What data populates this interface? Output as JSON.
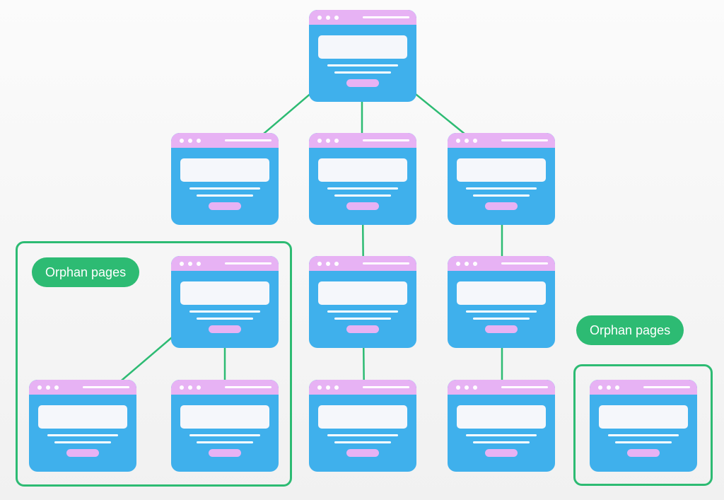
{
  "diagram": {
    "accent_color": "#2dbb73",
    "card_color": "#3fb0ec",
    "titlebar_color": "#e7b2f4",
    "pages": [
      {
        "id": "root",
        "icon": "web-page-icon"
      },
      {
        "id": "level1-left",
        "icon": "web-page-icon"
      },
      {
        "id": "level1-center",
        "icon": "web-page-icon"
      },
      {
        "id": "level1-right",
        "icon": "web-page-icon"
      },
      {
        "id": "level2-center",
        "icon": "web-page-icon"
      },
      {
        "id": "level2-right",
        "icon": "web-page-icon"
      },
      {
        "id": "level3-center",
        "icon": "web-page-icon"
      },
      {
        "id": "level3-right",
        "icon": "web-page-icon"
      },
      {
        "id": "orphan-parent",
        "icon": "web-page-icon"
      },
      {
        "id": "orphan-child-left",
        "icon": "web-page-icon"
      },
      {
        "id": "orphan-child-right",
        "icon": "web-page-icon"
      },
      {
        "id": "orphan-single",
        "icon": "web-page-icon"
      }
    ],
    "links": [
      [
        "root",
        "level1-left"
      ],
      [
        "root",
        "level1-center"
      ],
      [
        "root",
        "level1-right"
      ],
      [
        "level1-center",
        "level2-center"
      ],
      [
        "level1-right",
        "level2-right"
      ],
      [
        "level2-center",
        "level3-center"
      ],
      [
        "level2-right",
        "level3-right"
      ],
      [
        "orphan-parent",
        "orphan-child-left"
      ],
      [
        "orphan-parent",
        "orphan-child-right"
      ]
    ],
    "orphan_groups": [
      {
        "label": "Orphan pages"
      },
      {
        "label": "Orphan pages"
      }
    ]
  }
}
